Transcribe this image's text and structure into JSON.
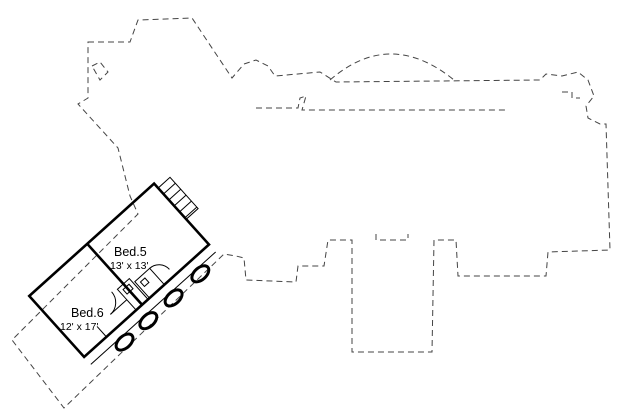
{
  "rooms": [
    {
      "name": "Bed.5",
      "size": "13' x 13'"
    },
    {
      "name": "Bed.6",
      "size": "12' x 17'"
    }
  ]
}
